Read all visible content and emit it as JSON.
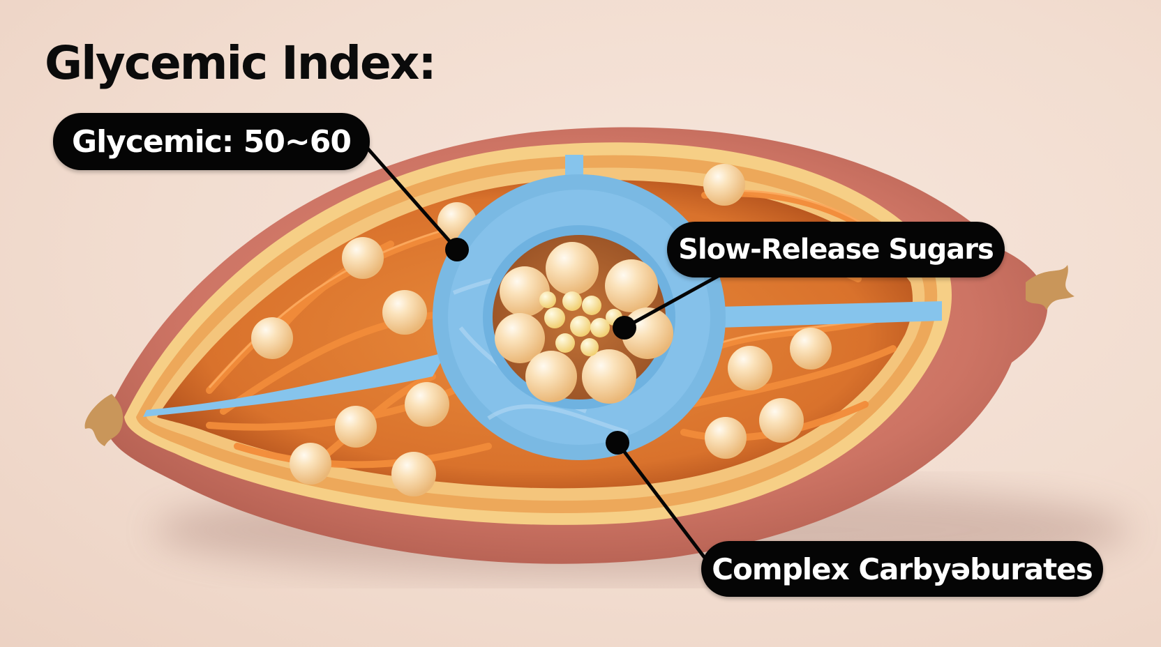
{
  "title": "Glycemic Index:",
  "labels": {
    "glycemic": "Glycemic: 50~60",
    "slow_release": "Slow-Release Sugars",
    "complex_carbs": "Complex Carbyəburates"
  },
  "illustration": {
    "subject": "sweet potato cross-section",
    "structures": [
      "skin",
      "flesh layer",
      "fibrous strands",
      "starch granules",
      "blue vascular channel",
      "central granule cluster"
    ]
  },
  "colors": {
    "background": "#f4e2d6",
    "skin": "#d2786a",
    "flesh": "#f0a24e",
    "flesh_rim": "#f7d08a",
    "channel": "#7dbde8",
    "granule": "#f7d7a6",
    "label_bg": "#050505",
    "label_text": "#ffffff"
  }
}
